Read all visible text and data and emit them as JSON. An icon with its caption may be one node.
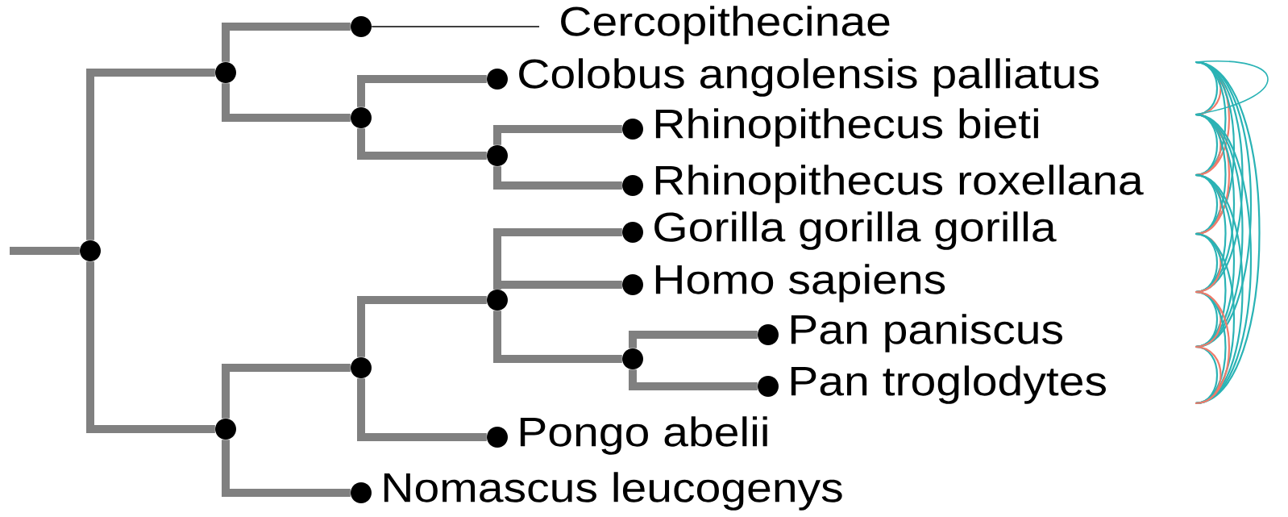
{
  "diagram": {
    "nodes": [
      {
        "text": [],
        "shape": "circle"
      },
      {
        "text": [],
        "shape": "circle"
      },
      {
        "text": [],
        "shape": "circle"
      },
      {
        "text": [],
        "shape": "circle"
      },
      {
        "text": [],
        "shape": "circle",
        "beside": [
          "Colobus angolensis palliatus"
        ]
      },
      {
        "text": [],
        "shape": "circle"
      },
      {
        "text": [],
        "shape": "circle",
        "beside": [
          "Rhinopithecus bieti"
        ]
      },
      {
        "text": [],
        "shape": "circle",
        "beside": [
          "Rhinopithecus roxellana"
        ]
      },
      {
        "text": [],
        "shape": "circle"
      },
      {
        "text": [],
        "shape": "circle"
      },
      {
        "text": [],
        "shape": "circle"
      },
      {
        "text": [],
        "shape": "circle",
        "beside": [
          "Gorilla gorilla gorilla"
        ]
      },
      {
        "text": [],
        "shape": "circle",
        "beside": [
          "Homo sapiens"
        ]
      },
      {
        "text": [],
        "shape": "circle"
      },
      {
        "text": [],
        "shape": "circle",
        "beside": [
          "Pan paniscus"
        ]
      },
      {
        "text": [],
        "shape": "circle",
        "beside": [
          "Pan troglodytes"
        ]
      },
      {
        "text": [],
        "shape": "circle",
        "beside": [
          "Pongo abelii"
        ]
      },
      {
        "text": [],
        "shape": "circle",
        "beside": [
          "Nomascus leucogenys"
        ]
      },
      {
        "text": [
          "Cercopithecinae"
        ]
      }
    ],
    "edges": [
      {
        "from": null,
        "to": 0,
        "arrow": "none"
      },
      {
        "from": 0,
        "to": 1,
        "arrow": "none"
      },
      {
        "from": 1,
        "to": 2,
        "arrow": "none"
      },
      {
        "from": 1,
        "to": 3,
        "arrow": "none"
      },
      {
        "from": 3,
        "to": 4,
        "arrow": "none"
      },
      {
        "from": 3,
        "to": 5,
        "arrow": "none"
      },
      {
        "from": 5,
        "to": 6,
        "arrow": "none"
      },
      {
        "from": 5,
        "to": 7,
        "arrow": "none"
      },
      {
        "from": 0,
        "to": 8,
        "arrow": "none"
      },
      {
        "from": 8,
        "to": 9,
        "arrow": "none"
      },
      {
        "from": 9,
        "to": 10,
        "arrow": "none"
      },
      {
        "from": 10,
        "to": 11,
        "arrow": "none"
      },
      {
        "from": 10,
        "to": 12,
        "arrow": "none"
      },
      {
        "from": 10,
        "to": 13,
        "arrow": "none"
      },
      {
        "from": 13,
        "to": 14,
        "arrow": "none"
      },
      {
        "from": 13,
        "to": 15,
        "arrow": "none"
      },
      {
        "from": 9,
        "to": 16,
        "arrow": "none"
      },
      {
        "from": 8,
        "to": 17,
        "arrow": "none"
      },
      {
        "from": 2,
        "to": 18,
        "arrow": "none",
        "color": "#000000"
      }
    ]
  }
}
